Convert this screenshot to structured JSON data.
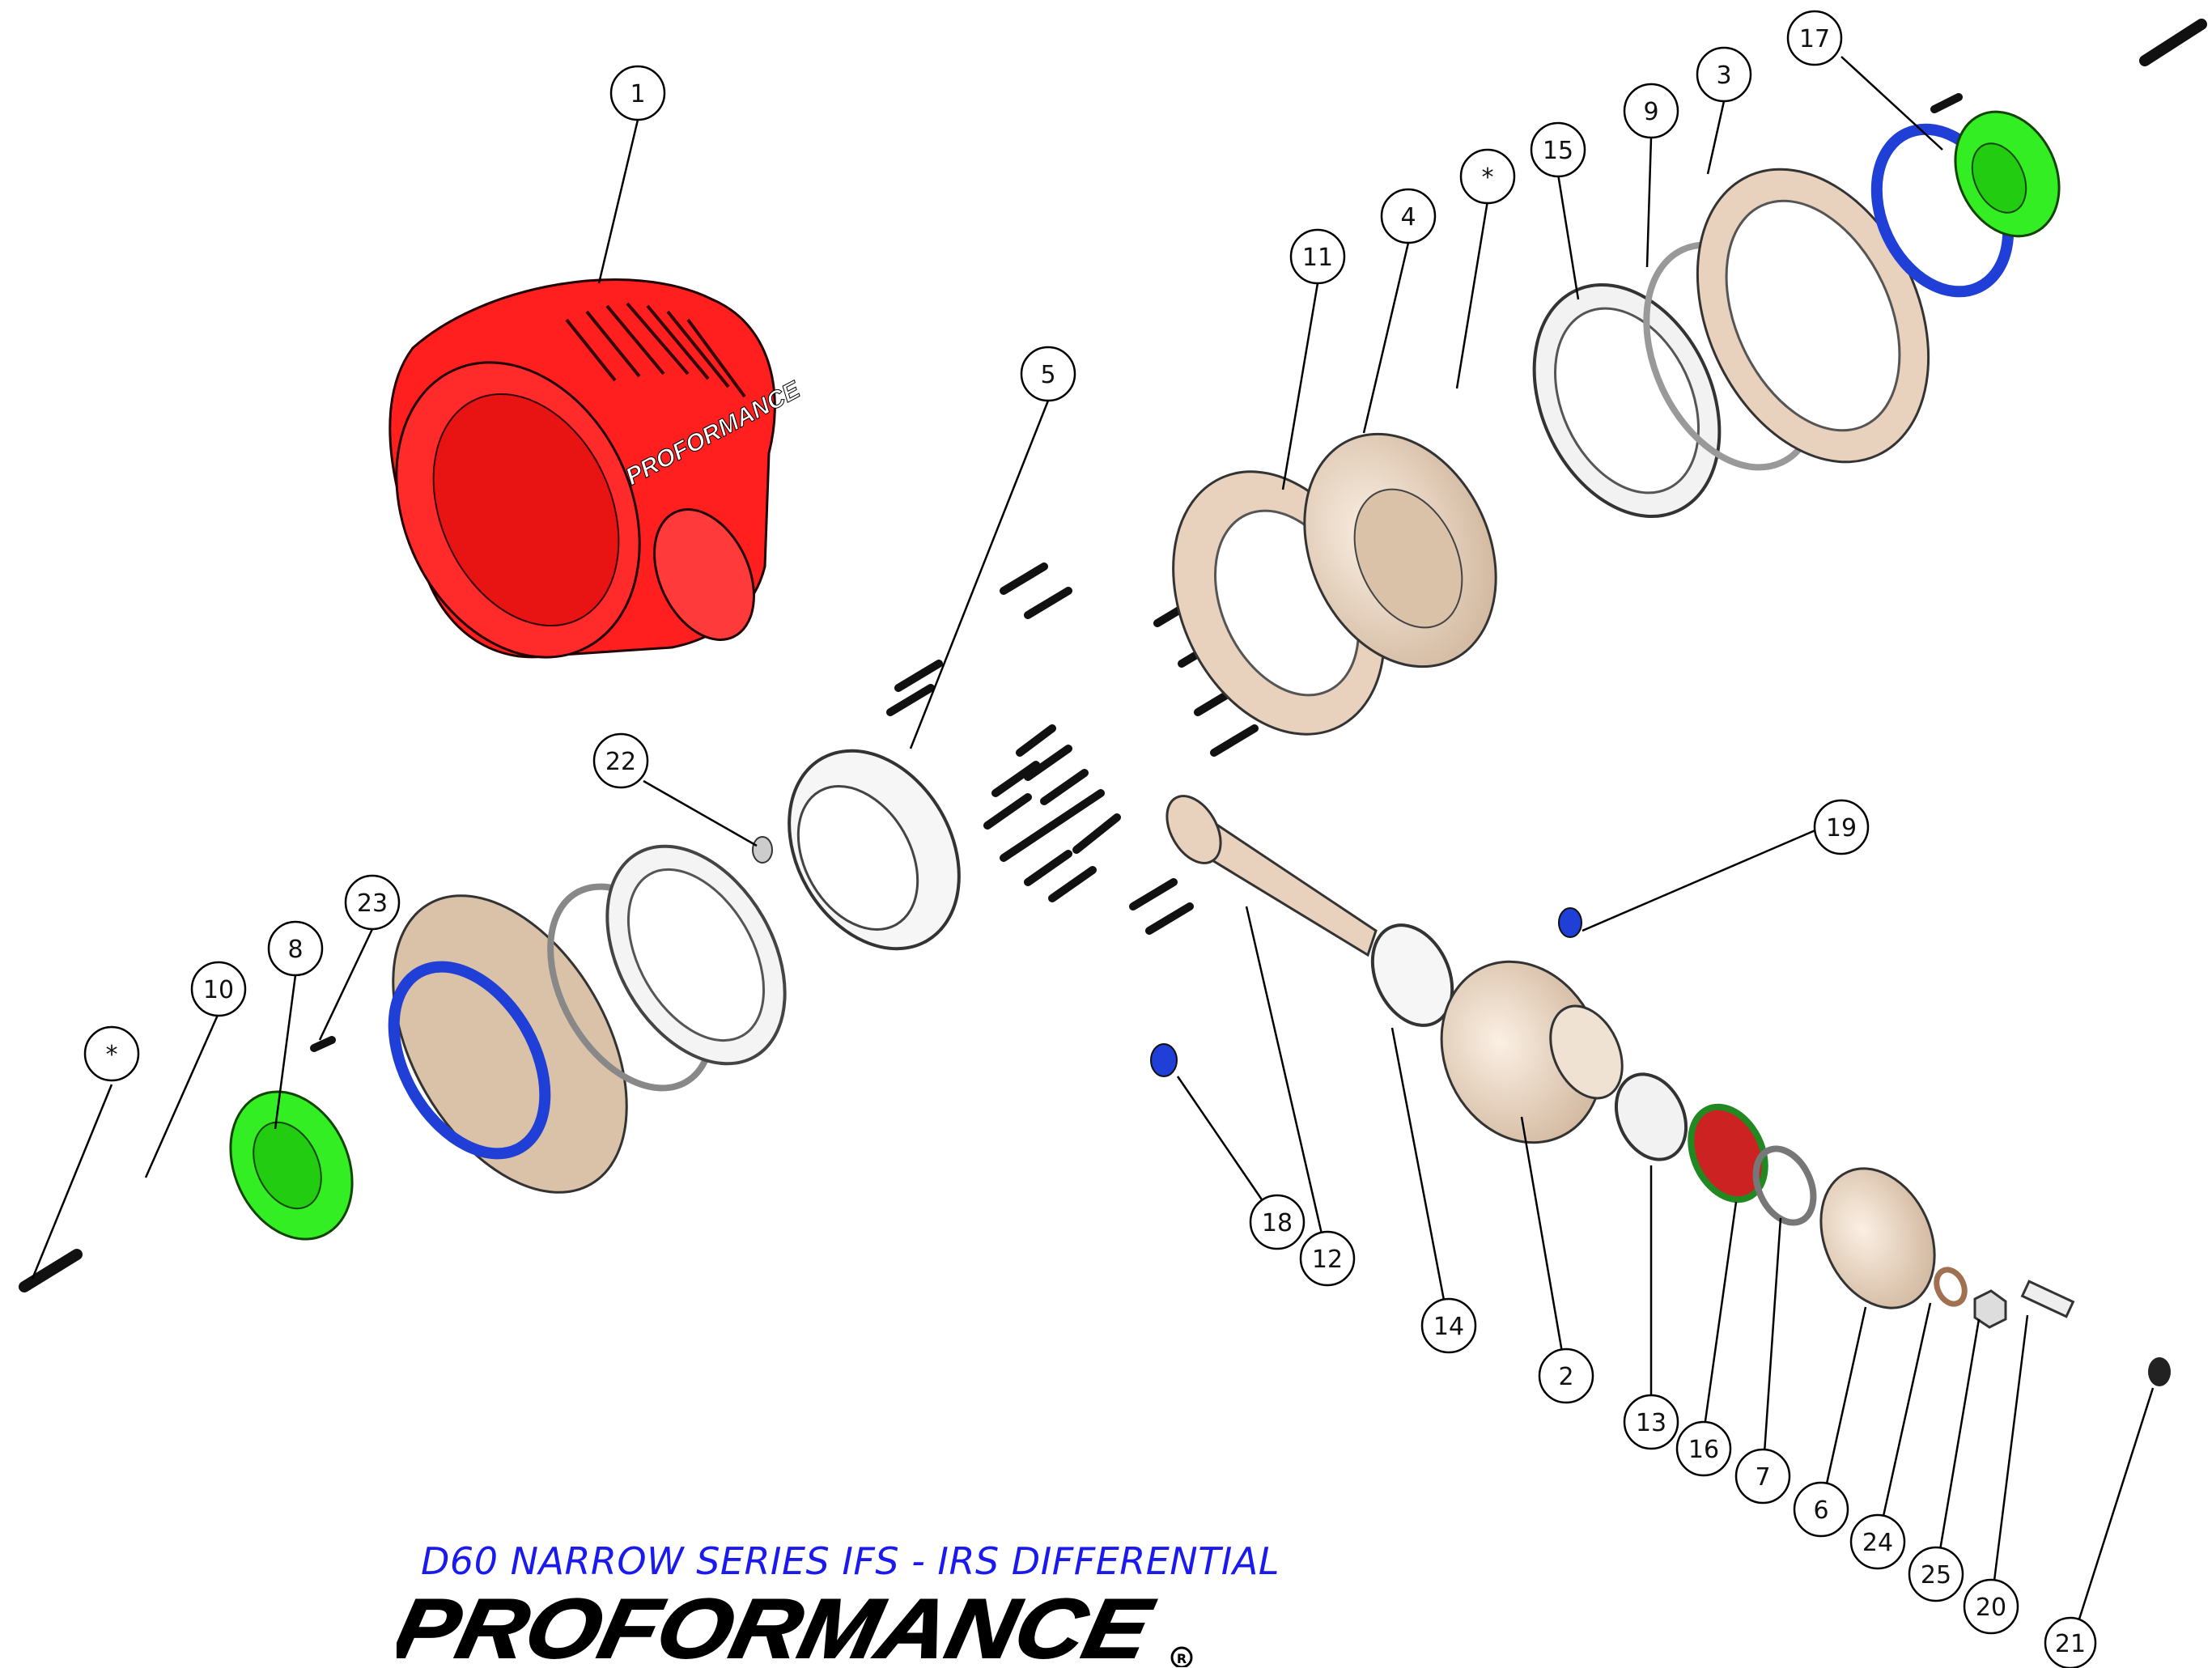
{
  "diagram": {
    "callouts": [
      "1",
      "2",
      "3",
      "4",
      "5",
      "6",
      "7",
      "8",
      "9",
      "10",
      "11",
      "12",
      "13",
      "14",
      "15",
      "16",
      "17",
      "18",
      "19",
      "20",
      "21",
      "22",
      "23",
      "24",
      "25",
      "*"
    ],
    "caption": "D60 NARROW SERIES IFS - IRS DIFFERENTIAL",
    "brand": "PROFORMANCE",
    "housing_text": "PROFORMANCE",
    "colors": {
      "housing": "#ff1f1f",
      "blue_seal": "#1f3fd6",
      "green_part": "#33ee22",
      "bronze": "#e8d2bd",
      "caption_blue": "#1a1aee",
      "bolt": "#111111"
    }
  }
}
